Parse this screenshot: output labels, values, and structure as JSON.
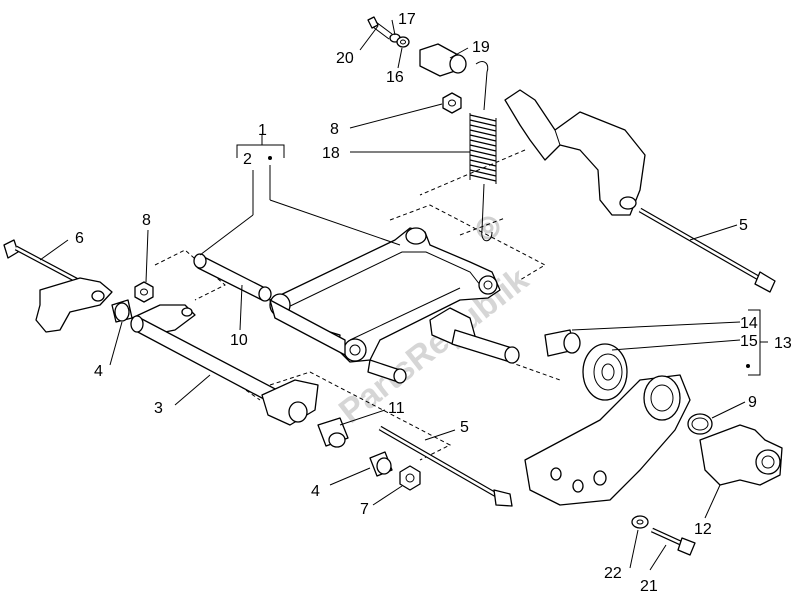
{
  "watermark": "PartsRepublik",
  "callouts": {
    "c1": "1",
    "c2": "2",
    "c3": "3",
    "c4a": "4",
    "c4b": "4",
    "c5a": "5",
    "c5b": "5",
    "c6": "6",
    "c7": "7",
    "c8a": "8",
    "c8b": "8",
    "c9": "9",
    "c10": "10",
    "c11": "11",
    "c12": "12",
    "c13": "13",
    "c14": "14",
    "c15": "15",
    "c16": "16",
    "c17": "17",
    "c18": "18",
    "c19": "19",
    "c20": "20",
    "c21": "21",
    "c22": "22"
  }
}
